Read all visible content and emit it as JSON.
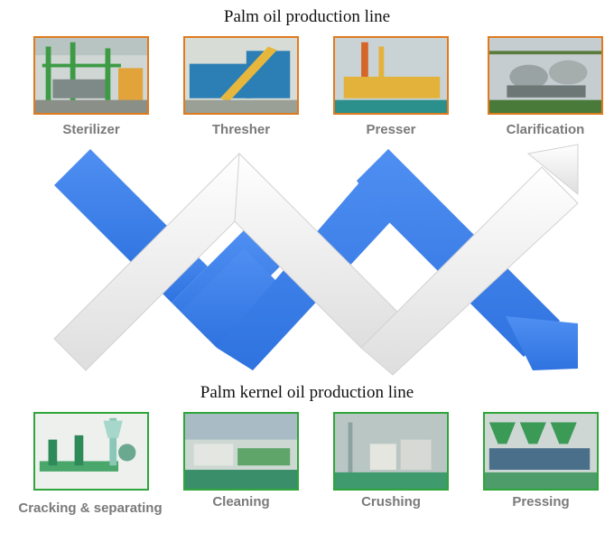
{
  "top": {
    "title": "Palm oil production line",
    "steps": [
      {
        "label": "Sterilizer"
      },
      {
        "label": "Thresher"
      },
      {
        "label": "Presser"
      },
      {
        "label": "Clarification"
      }
    ]
  },
  "bottom": {
    "title": "Palm kernel oil production line",
    "steps": [
      {
        "label": "Cracking & separating"
      },
      {
        "label": "Cleaning"
      },
      {
        "label": "Crushing"
      },
      {
        "label": "Pressing"
      }
    ]
  },
  "colors": {
    "blue_arrow": "#3b7de8",
    "white_arrow": "#eeeeee",
    "top_frame": "#e07a1f",
    "bottom_frame": "#2ea63a",
    "label_gray": "#7a7a7a"
  }
}
